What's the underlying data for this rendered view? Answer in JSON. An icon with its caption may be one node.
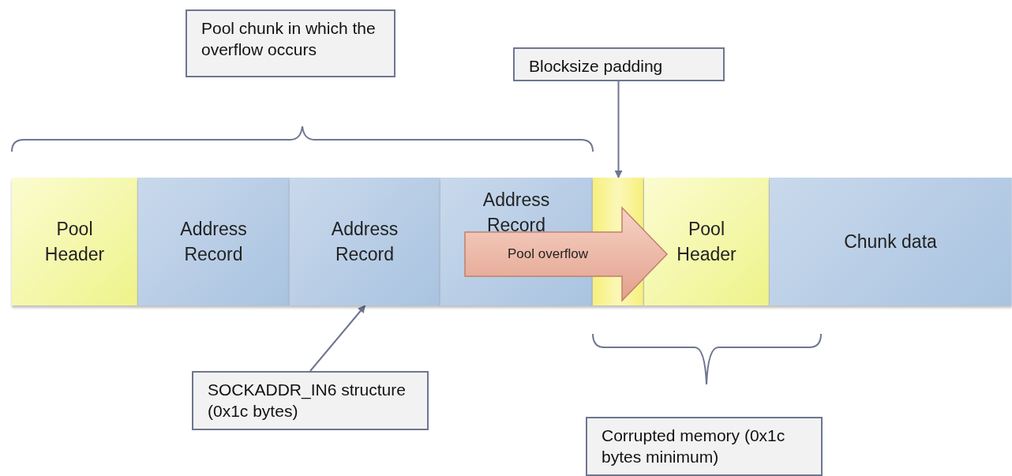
{
  "diagram": {
    "nodes": [
      {
        "text": [
          "Pool chunk in which the overflow occurs"
        ]
      },
      {
        "text": [
          "Blocksize padding"
        ]
      },
      {
        "text": [
          "Pool Header"
        ]
      },
      {
        "text": [
          "Address Record"
        ]
      },
      {
        "text": [
          "Address Record"
        ]
      },
      {
        "text": [
          "Address Record"
        ]
      },
      {
        "text": [],
        "shape": "bar"
      },
      {
        "text": [
          "Pool Header"
        ]
      },
      {
        "text": [
          "Chunk data"
        ]
      },
      {
        "text": [
          "Pool overflow"
        ]
      },
      {
        "text": [
          "SOCKADDR_IN6 structure (0x1c bytes)"
        ]
      },
      {
        "text": [
          "Corrupted memory (0x1c bytes minimum)"
        ]
      }
    ],
    "edges": [
      {
        "from": 1,
        "to": 6,
        "arrow": "to"
      },
      {
        "from": 10,
        "to": 4,
        "arrow": "to"
      }
    ]
  }
}
